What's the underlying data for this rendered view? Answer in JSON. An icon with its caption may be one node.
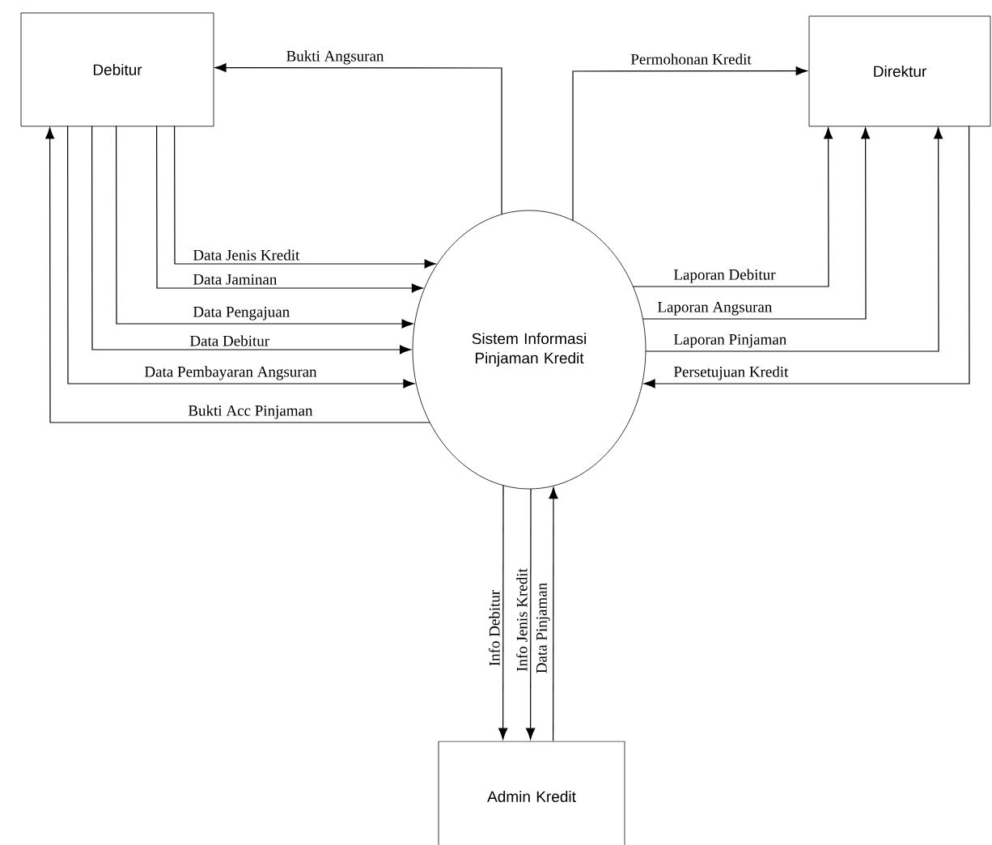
{
  "diagram": {
    "nodes": [
      {
        "text": [
          "Debitur"
        ]
      },
      {
        "text": [
          "Direktur"
        ]
      },
      {
        "text": [
          "Sistem Informasi Pinjaman Kredit"
        ]
      },
      {
        "text": [
          "Admin Kredit"
        ]
      }
    ],
    "edges": [
      {
        "from": 2,
        "to": 0,
        "arrow": "to",
        "label": "Bukti Angsuran"
      },
      {
        "from": 2,
        "to": 1,
        "arrow": "to",
        "label": "Permohonan Kredit"
      },
      {
        "from": 0,
        "to": 2,
        "arrow": "to",
        "label": "Data Jenis Kredit"
      },
      {
        "from": 0,
        "to": 2,
        "arrow": "to",
        "label": "Data Jaminan"
      },
      {
        "from": 0,
        "to": 2,
        "arrow": "to",
        "label": "Data Pengajuan"
      },
      {
        "from": 0,
        "to": 2,
        "arrow": "to",
        "label": "Data Debitur"
      },
      {
        "from": 0,
        "to": 2,
        "arrow": "to",
        "label": "Data Pembayaran Angsuran"
      },
      {
        "from": 2,
        "to": 0,
        "arrow": "to",
        "label": "Bukti Acc Pinjaman"
      },
      {
        "from": 2,
        "to": 1,
        "arrow": "to",
        "label": "Laporan Debitur"
      },
      {
        "from": 2,
        "to": 1,
        "arrow": "to",
        "label": "Laporan Angsuran"
      },
      {
        "from": 2,
        "to": 1,
        "arrow": "to",
        "label": "Laporan Pinjaman"
      },
      {
        "from": 1,
        "to": 2,
        "arrow": "to",
        "label": "Persetujuan Kredit"
      },
      {
        "from": 2,
        "to": 3,
        "arrow": "to",
        "label": "Info Debitur"
      },
      {
        "from": 2,
        "to": 3,
        "arrow": "to",
        "label": "Info Jenis Kredit"
      },
      {
        "from": 3,
        "to": 2,
        "arrow": "to",
        "label": "Data Pinjaman"
      }
    ]
  }
}
